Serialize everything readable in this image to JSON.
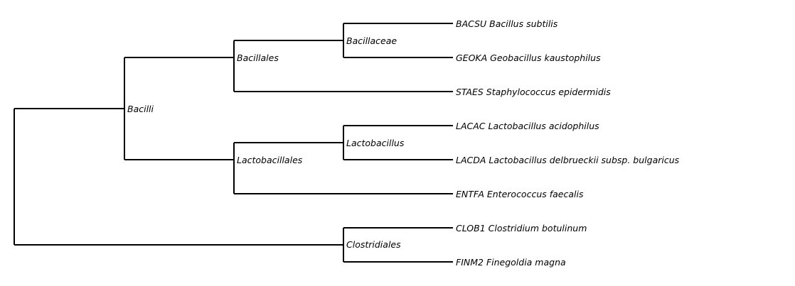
{
  "tree": {
    "clades": {
      "root": "",
      "bacilli": "Bacilli",
      "bacillales": "Bacillales",
      "bacillaceae": "Bacillaceae",
      "lactobacillales": "Lactobacillales",
      "lactobacillus": "Lactobacillus",
      "clostridiales": "Clostridiales"
    },
    "leaves": [
      "BACSU Bacillus subtilis",
      "GEOKA Geobacillus kaustophilus",
      "STAES Staphylococcus epidermidis",
      "LACAC Lactobacillus acidophilus",
      "LACDA Lactobacillus delbrueckii subsp. bulgaricus",
      "ENTFA Enterococcus faecalis",
      "CLOB1 Clostridium botulinum",
      "FINM2 Finegoldia magna"
    ]
  }
}
